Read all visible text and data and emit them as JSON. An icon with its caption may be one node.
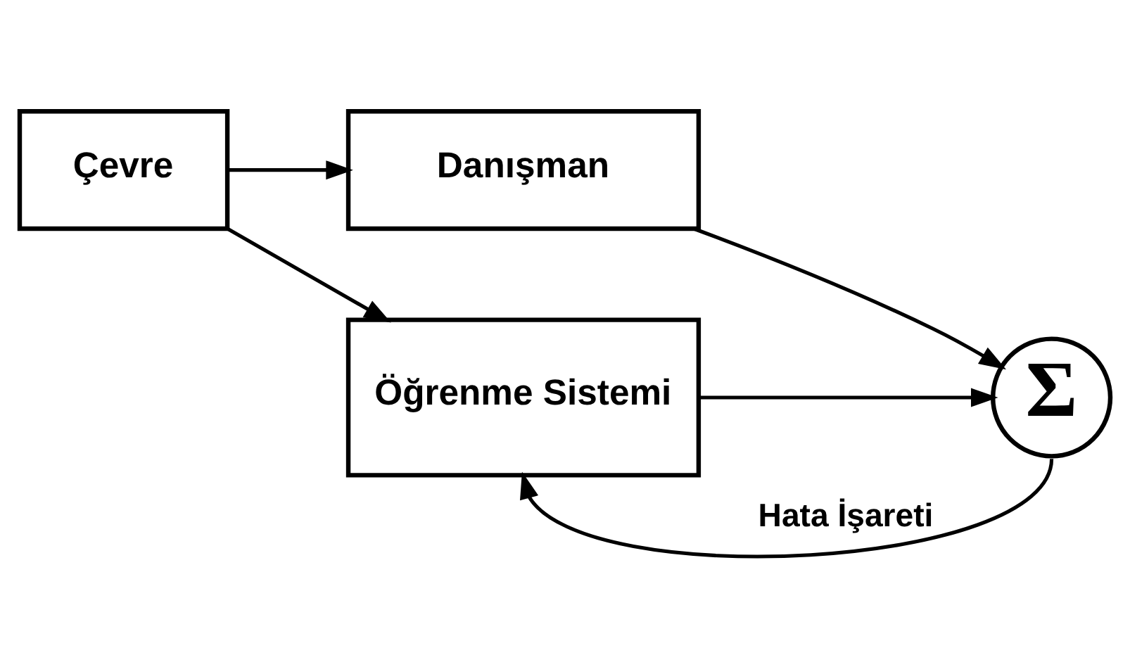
{
  "diagram": {
    "nodes": [
      {
        "text": [
          "Çevre"
        ]
      },
      {
        "text": [
          "Danışman"
        ]
      },
      {
        "text": [
          "Öğrenme Sistemi"
        ]
      },
      {
        "text": [
          "Σ"
        ]
      }
    ],
    "edges": [
      {
        "from": 0,
        "to": 1,
        "arrow": "to"
      },
      {
        "from": 0,
        "to": 2,
        "arrow": "to"
      },
      {
        "from": 1,
        "to": 3,
        "arrow": "to"
      },
      {
        "from": 2,
        "to": 3,
        "arrow": "to"
      },
      {
        "from": 3,
        "to": 2,
        "arrow": "to",
        "label": "Hata İşareti"
      }
    ]
  }
}
